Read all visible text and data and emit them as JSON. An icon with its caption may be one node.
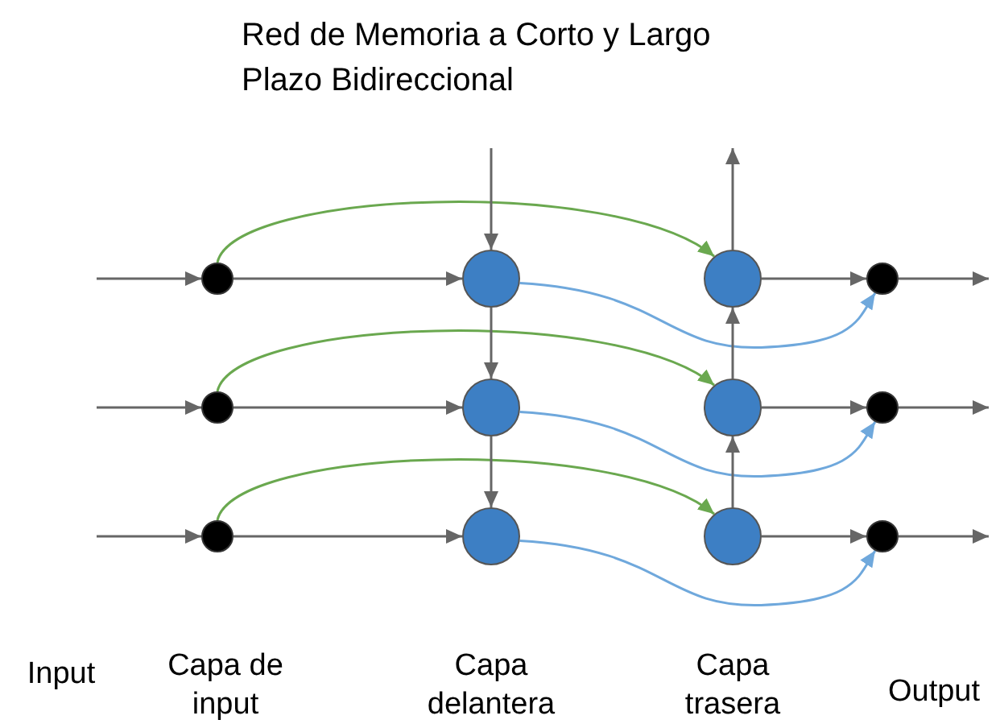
{
  "diagram": {
    "title": "Red de Memoria a Corto y Largo Plazo Bidireccional",
    "nodes": [
      {
        "text": [],
        "shape": "circle"
      },
      {
        "text": [],
        "shape": "circle"
      },
      {
        "text": [],
        "shape": "circle"
      },
      {
        "text": [],
        "shape": "circle"
      },
      {
        "text": [],
        "shape": "circle"
      },
      {
        "text": [],
        "shape": "circle"
      },
      {
        "text": [],
        "shape": "circle"
      },
      {
        "text": [],
        "shape": "circle"
      },
      {
        "text": [],
        "shape": "circle"
      },
      {
        "text": [],
        "shape": "circle"
      },
      {
        "text": [],
        "shape": "circle"
      },
      {
        "text": [],
        "shape": "circle"
      }
    ],
    "edges": [
      {
        "from": null,
        "to": 0,
        "arrow": "to"
      },
      {
        "from": 0,
        "to": 1,
        "arrow": "to"
      },
      {
        "from": 0,
        "to": 2,
        "arrow": "to",
        "color": "#6aa84f"
      },
      {
        "from": 1,
        "to": 3,
        "arrow": "to",
        "color": "#6fa8dc"
      },
      {
        "from": 2,
        "to": 3,
        "arrow": "to"
      },
      {
        "from": 3,
        "to": null,
        "arrow": "to"
      },
      {
        "from": null,
        "to": 4,
        "arrow": "to"
      },
      {
        "from": 4,
        "to": 5,
        "arrow": "to"
      },
      {
        "from": 4,
        "to": 6,
        "arrow": "to",
        "color": "#6aa84f"
      },
      {
        "from": 5,
        "to": 7,
        "arrow": "to",
        "color": "#6fa8dc"
      },
      {
        "from": 6,
        "to": 7,
        "arrow": "to"
      },
      {
        "from": 7,
        "to": null,
        "arrow": "to"
      },
      {
        "from": null,
        "to": 8,
        "arrow": "to"
      },
      {
        "from": 8,
        "to": 9,
        "arrow": "to"
      },
      {
        "from": 8,
        "to": 10,
        "arrow": "to",
        "color": "#6aa84f"
      },
      {
        "from": 9,
        "to": 11,
        "arrow": "to",
        "color": "#6fa8dc"
      },
      {
        "from": 10,
        "to": 11,
        "arrow": "to"
      },
      {
        "from": 11,
        "to": null,
        "arrow": "to"
      },
      {
        "from": null,
        "to": 1,
        "arrow": "to"
      },
      {
        "from": 1,
        "to": 5,
        "arrow": "to"
      },
      {
        "from": 5,
        "to": 9,
        "arrow": "to"
      },
      {
        "from": 10,
        "to": 6,
        "arrow": "to"
      },
      {
        "from": 6,
        "to": 2,
        "arrow": "to"
      },
      {
        "from": 2,
        "to": null,
        "arrow": "to"
      }
    ],
    "labels": [
      "Input",
      "Capa de input",
      "Capa delantera",
      "Capa trasera",
      "Output"
    ]
  }
}
